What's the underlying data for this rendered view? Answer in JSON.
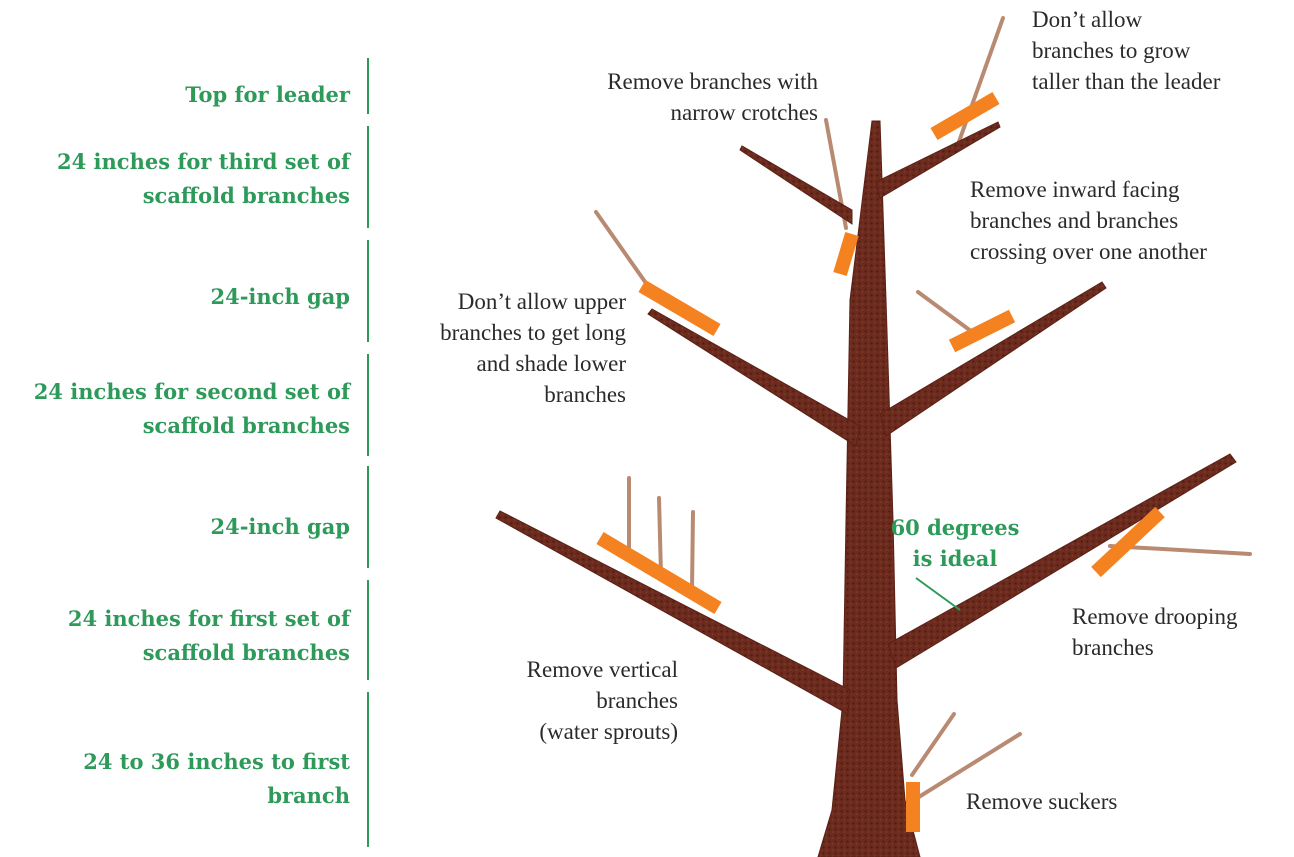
{
  "colors": {
    "segment_text": "#2e9a5a",
    "divider": "#2e9a5a",
    "trunk": "#6b2b1e",
    "trunk_dark": "#4a1a10",
    "twig": "#b98a72",
    "cut_mark": "#f58220",
    "annotation_text": "#2a2a2a"
  },
  "height_segments": [
    {
      "lines": [
        "Top for leader"
      ]
    },
    {
      "lines": [
        "24 inches for third set of",
        "scaffold branches"
      ]
    },
    {
      "lines": [
        "24-inch gap"
      ]
    },
    {
      "lines": [
        "24 inches for second set of",
        "scaffold branches"
      ]
    },
    {
      "lines": [
        "24-inch gap"
      ]
    },
    {
      "lines": [
        "24 inches for first set of",
        "scaffold branches"
      ]
    },
    {
      "lines": [
        "24 to 36 inches to first",
        "branch"
      ]
    }
  ],
  "annotations": {
    "narrow_crotches": [
      "Remove branches with",
      "narrow crotches"
    ],
    "taller_than_leader": [
      "Don’t allow",
      "branches to grow",
      "taller than the leader"
    ],
    "inward_crossing": [
      "Remove inward facing",
      "branches and branches",
      "crossing over one another"
    ],
    "upper_shade": [
      "Don’t allow upper",
      "branches to get long",
      "and shade lower",
      "branches"
    ],
    "drooping": [
      "Remove drooping",
      "branches"
    ],
    "vertical": [
      "Remove vertical",
      "branches",
      "(water sprouts)"
    ],
    "suckers": [
      "Remove suckers"
    ]
  },
  "angle_label": [
    "60 degrees",
    "is ideal"
  ],
  "icons": {
    "tree": "tree-illustration",
    "cut": "orange-cut-bar"
  }
}
